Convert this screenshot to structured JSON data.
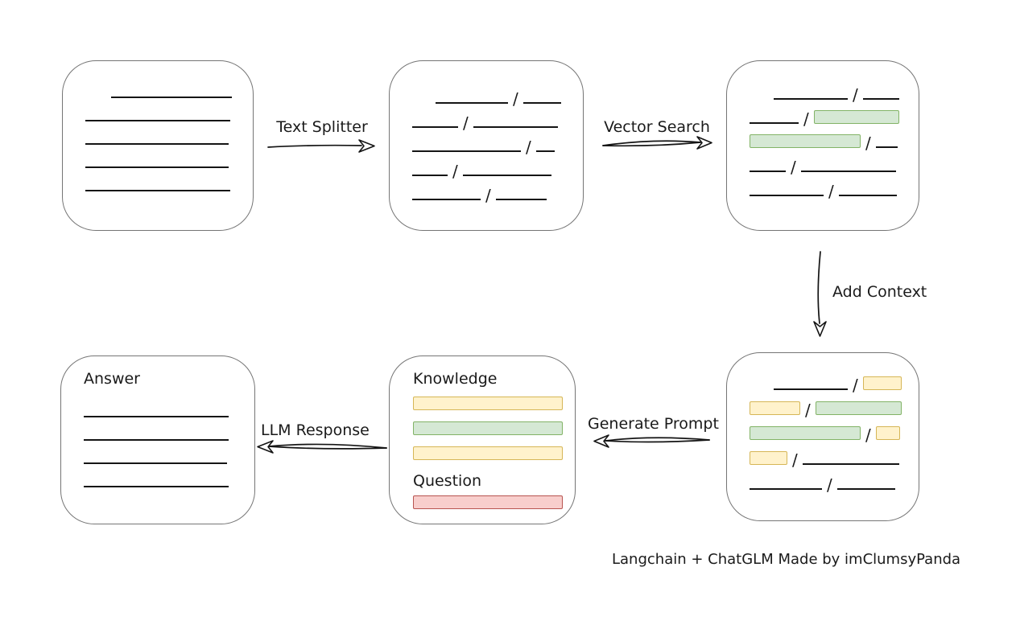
{
  "slash_char": "/",
  "caption": "Langchain + ChatGLM Made by imClumsyPanda",
  "colors": {
    "ink": "#1a1a1a",
    "panel_border": "#757575",
    "green_fill": "#d5e8d4",
    "green_stroke": "#82b366",
    "yellow_fill": "#fff2cc",
    "yellow_stroke": "#d6b656",
    "red_fill": "#f8cecc",
    "red_stroke": "#b85450"
  },
  "arrows": {
    "text_splitter": "Text Splitter",
    "vector_search": "Vector Search",
    "add_context": "Add Context",
    "generate_prompt": "Generate Prompt",
    "llm_response": "LLM Response"
  },
  "boxes": {
    "document": {
      "rows": [
        [
          {
            "t": "gap",
            "w": 32
          },
          {
            "t": "line",
            "w": 150
          }
        ],
        [
          {
            "t": "line",
            "w": 180
          }
        ],
        [
          {
            "t": "line",
            "w": 178
          }
        ],
        [
          {
            "t": "line",
            "w": 178
          }
        ],
        [
          {
            "t": "line",
            "w": 180
          }
        ]
      ]
    },
    "chunks": {
      "rows": [
        [
          {
            "t": "gap",
            "w": 29
          },
          {
            "t": "line",
            "w": 90
          },
          {
            "t": "slash"
          },
          {
            "t": "line",
            "w": 47
          }
        ],
        [
          {
            "t": "line",
            "w": 57
          },
          {
            "t": "slash"
          },
          {
            "t": "line",
            "w": 105
          }
        ],
        [
          {
            "t": "line",
            "w": 135
          },
          {
            "t": "slash"
          },
          {
            "t": "line",
            "w": 23
          }
        ],
        [
          {
            "t": "line",
            "w": 44
          },
          {
            "t": "slash"
          },
          {
            "t": "line",
            "w": 110
          }
        ],
        [
          {
            "t": "line",
            "w": 85
          },
          {
            "t": "slash"
          },
          {
            "t": "line",
            "w": 63
          }
        ]
      ]
    },
    "chunks_matched": {
      "rows": [
        [
          {
            "t": "gap",
            "w": 30
          },
          {
            "t": "line",
            "w": 92
          },
          {
            "t": "slash"
          },
          {
            "t": "line",
            "w": 45
          }
        ],
        [
          {
            "t": "line",
            "w": 61
          },
          {
            "t": "slash"
          },
          {
            "t": "green",
            "w": 106
          }
        ],
        [
          {
            "t": "green",
            "w": 138
          },
          {
            "t": "slash"
          },
          {
            "t": "line",
            "w": 27
          }
        ],
        [
          {
            "t": "line",
            "w": 45
          },
          {
            "t": "slash"
          },
          {
            "t": "line",
            "w": 118
          }
        ],
        [
          {
            "t": "line",
            "w": 92
          },
          {
            "t": "slash"
          },
          {
            "t": "line",
            "w": 72
          }
        ]
      ]
    },
    "chunks_context": {
      "rows": [
        [
          {
            "t": "gap",
            "w": 30
          },
          {
            "t": "line",
            "w": 92
          },
          {
            "t": "slash"
          },
          {
            "t": "yellow",
            "w": 48
          }
        ],
        [
          {
            "t": "yellow",
            "w": 63
          },
          {
            "t": "slash"
          },
          {
            "t": "green",
            "w": 107
          }
        ],
        [
          {
            "t": "green",
            "w": 138
          },
          {
            "t": "slash"
          },
          {
            "t": "yellow",
            "w": 30
          }
        ],
        [
          {
            "t": "yellow",
            "w": 47
          },
          {
            "t": "slash"
          },
          {
            "t": "line",
            "w": 120
          }
        ],
        [
          {
            "t": "line",
            "w": 90
          },
          {
            "t": "slash"
          },
          {
            "t": "line",
            "w": 72
          }
        ]
      ]
    },
    "prompt": {
      "knowledge_label": "Knowledge",
      "question_label": "Question",
      "knowledge_bars": [
        "yellow",
        "green",
        "yellow"
      ],
      "question_bars": [
        "red"
      ]
    },
    "answer": {
      "title": "Answer",
      "rows": [
        [
          {
            "t": "line",
            "w": 180
          }
        ],
        [
          {
            "t": "line",
            "w": 180
          }
        ],
        [
          {
            "t": "line",
            "w": 178
          }
        ],
        [
          {
            "t": "line",
            "w": 180
          }
        ]
      ]
    }
  }
}
